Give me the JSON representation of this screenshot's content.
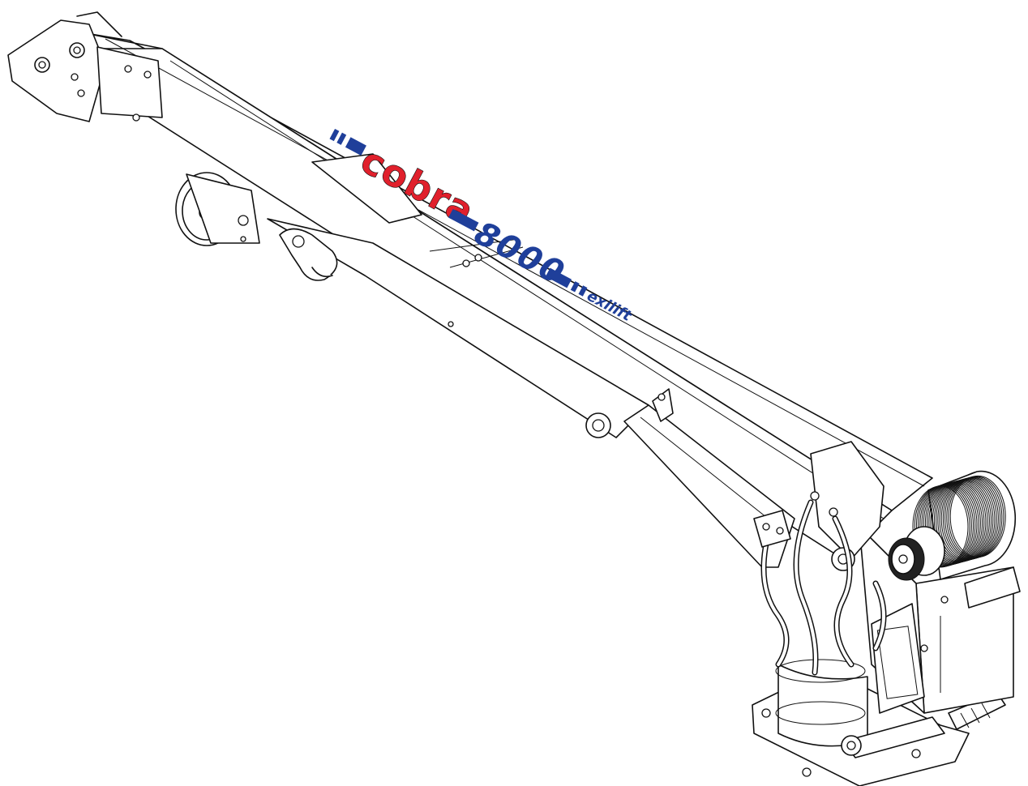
{
  "image": {
    "type": "isometric line drawing",
    "subject": "hydraulic marine crane"
  },
  "branding": {
    "word": "cobra",
    "model": "8000",
    "tagline": "exilift",
    "colors": {
      "word": "#e0202c",
      "model": "#1f3f9a",
      "stripe": "#1f3f9a",
      "line": "#111111",
      "background": "#ffffff"
    }
  }
}
